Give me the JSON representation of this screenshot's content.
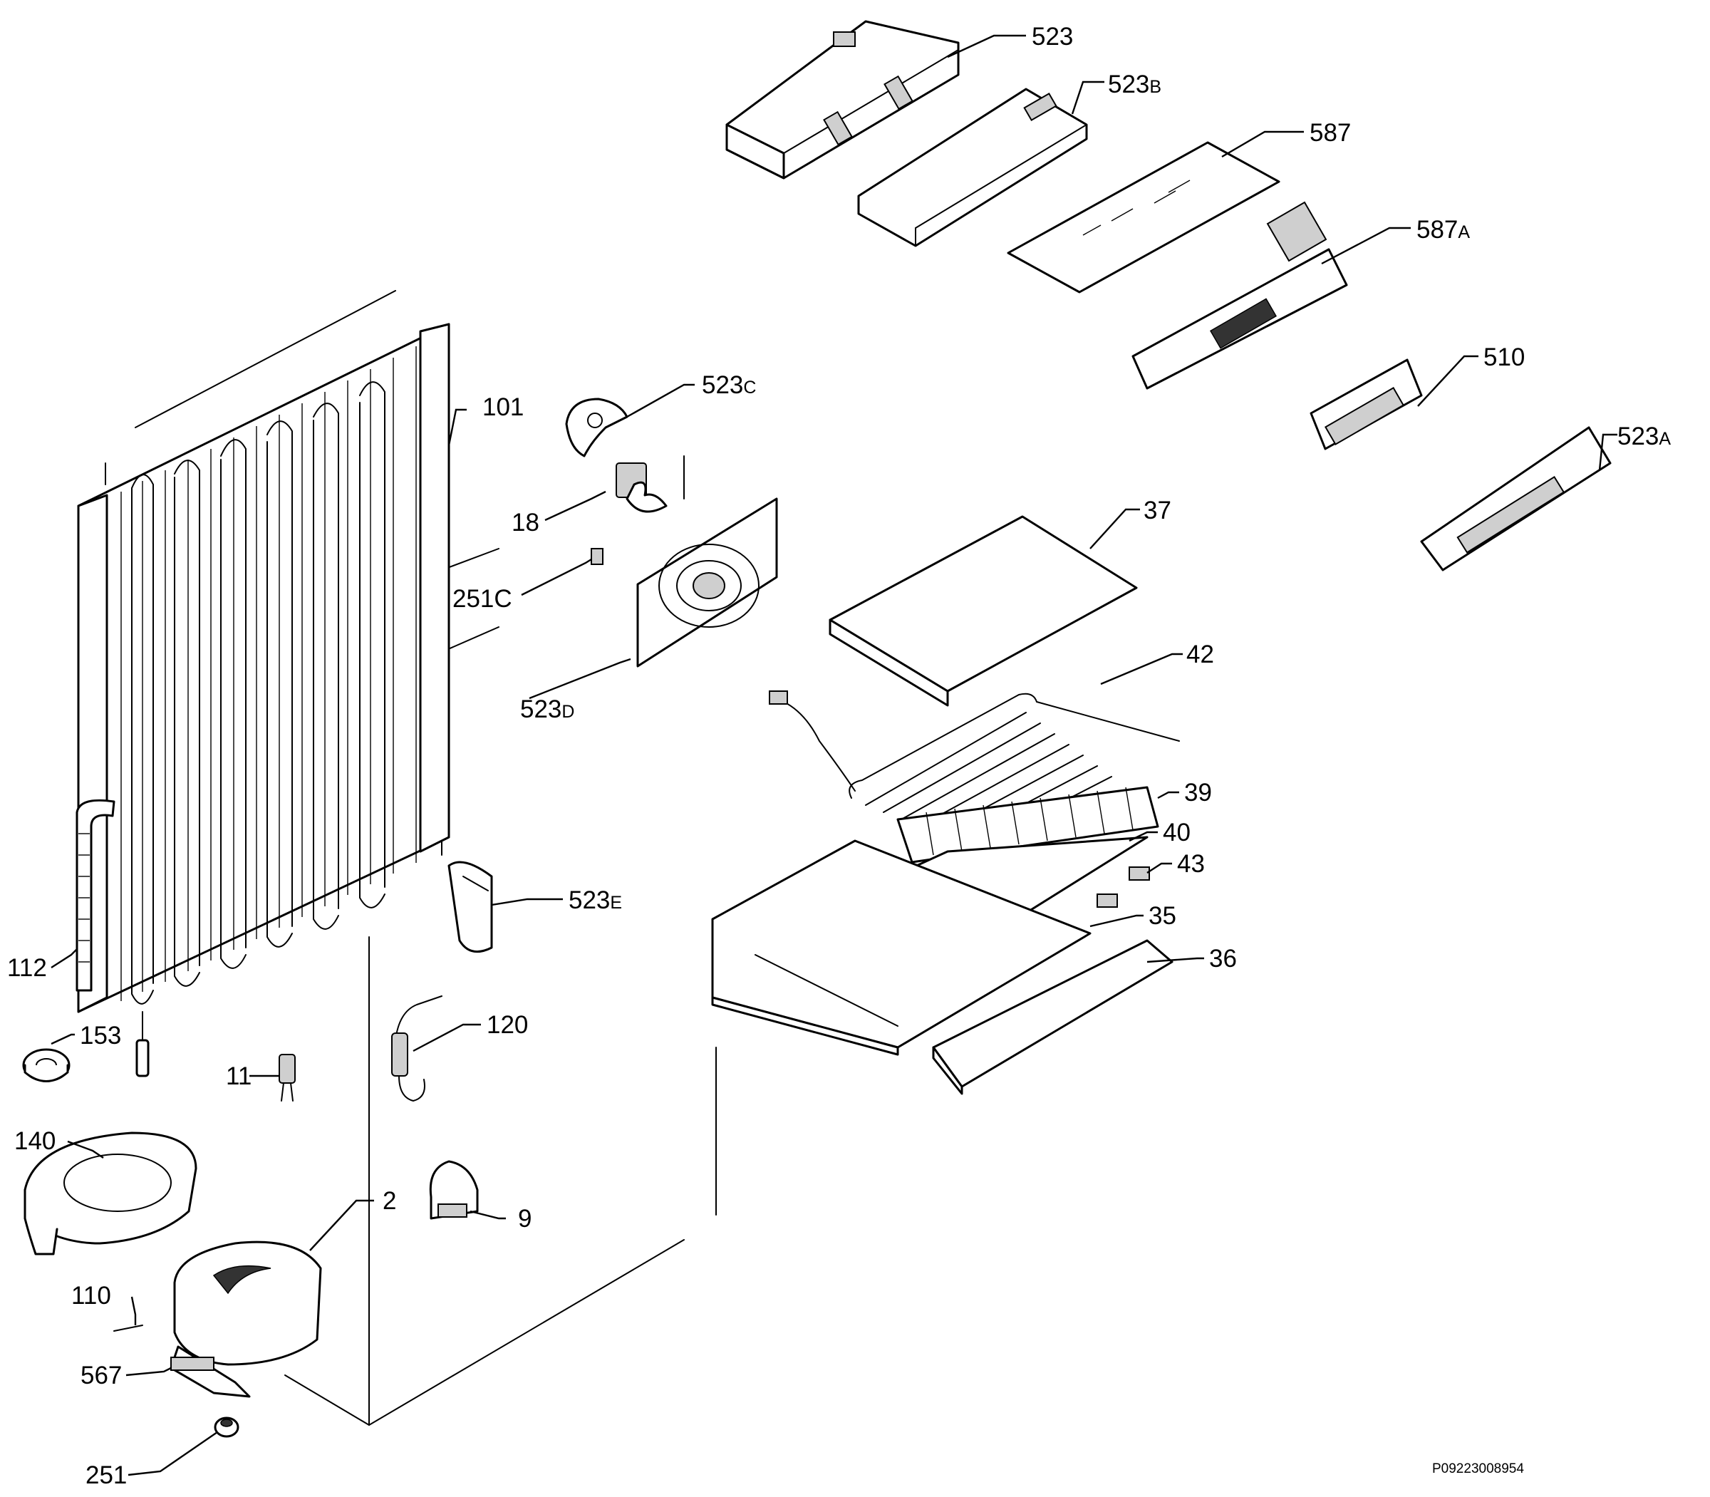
{
  "document_code": "P09223008954",
  "callouts": [
    {
      "id": "c-523",
      "num": "523",
      "suffix": ""
    },
    {
      "id": "c-523b",
      "num": "523",
      "suffix": "B"
    },
    {
      "id": "c-587",
      "num": "587",
      "suffix": ""
    },
    {
      "id": "c-587a",
      "num": "587",
      "suffix": "A"
    },
    {
      "id": "c-510",
      "num": "510",
      "suffix": ""
    },
    {
      "id": "c-523a",
      "num": "523",
      "suffix": "A"
    },
    {
      "id": "c-523c",
      "num": "523",
      "suffix": "C"
    },
    {
      "id": "c-101",
      "num": "101",
      "suffix": ""
    },
    {
      "id": "c-18",
      "num": "18",
      "suffix": ""
    },
    {
      "id": "c-251c",
      "num": "251C",
      "suffix": ""
    },
    {
      "id": "c-523d",
      "num": "523",
      "suffix": "D"
    },
    {
      "id": "c-37",
      "num": "37",
      "suffix": ""
    },
    {
      "id": "c-42",
      "num": "42",
      "suffix": ""
    },
    {
      "id": "c-39",
      "num": "39",
      "suffix": ""
    },
    {
      "id": "c-40",
      "num": "40",
      "suffix": ""
    },
    {
      "id": "c-43",
      "num": "43",
      "suffix": ""
    },
    {
      "id": "c-35",
      "num": "35",
      "suffix": ""
    },
    {
      "id": "c-36",
      "num": "36",
      "suffix": ""
    },
    {
      "id": "c-523e",
      "num": "523",
      "suffix": "E"
    },
    {
      "id": "c-112",
      "num": "112",
      "suffix": ""
    },
    {
      "id": "c-153",
      "num": "153",
      "suffix": ""
    },
    {
      "id": "c-120",
      "num": "120",
      "suffix": ""
    },
    {
      "id": "c-11",
      "num": "11",
      "suffix": ""
    },
    {
      "id": "c-140",
      "num": "140",
      "suffix": ""
    },
    {
      "id": "c-2",
      "num": "2",
      "suffix": ""
    },
    {
      "id": "c-9",
      "num": "9",
      "suffix": ""
    },
    {
      "id": "c-110",
      "num": "110",
      "suffix": ""
    },
    {
      "id": "c-567",
      "num": "567",
      "suffix": ""
    },
    {
      "id": "c-251",
      "num": "251",
      "suffix": ""
    }
  ]
}
